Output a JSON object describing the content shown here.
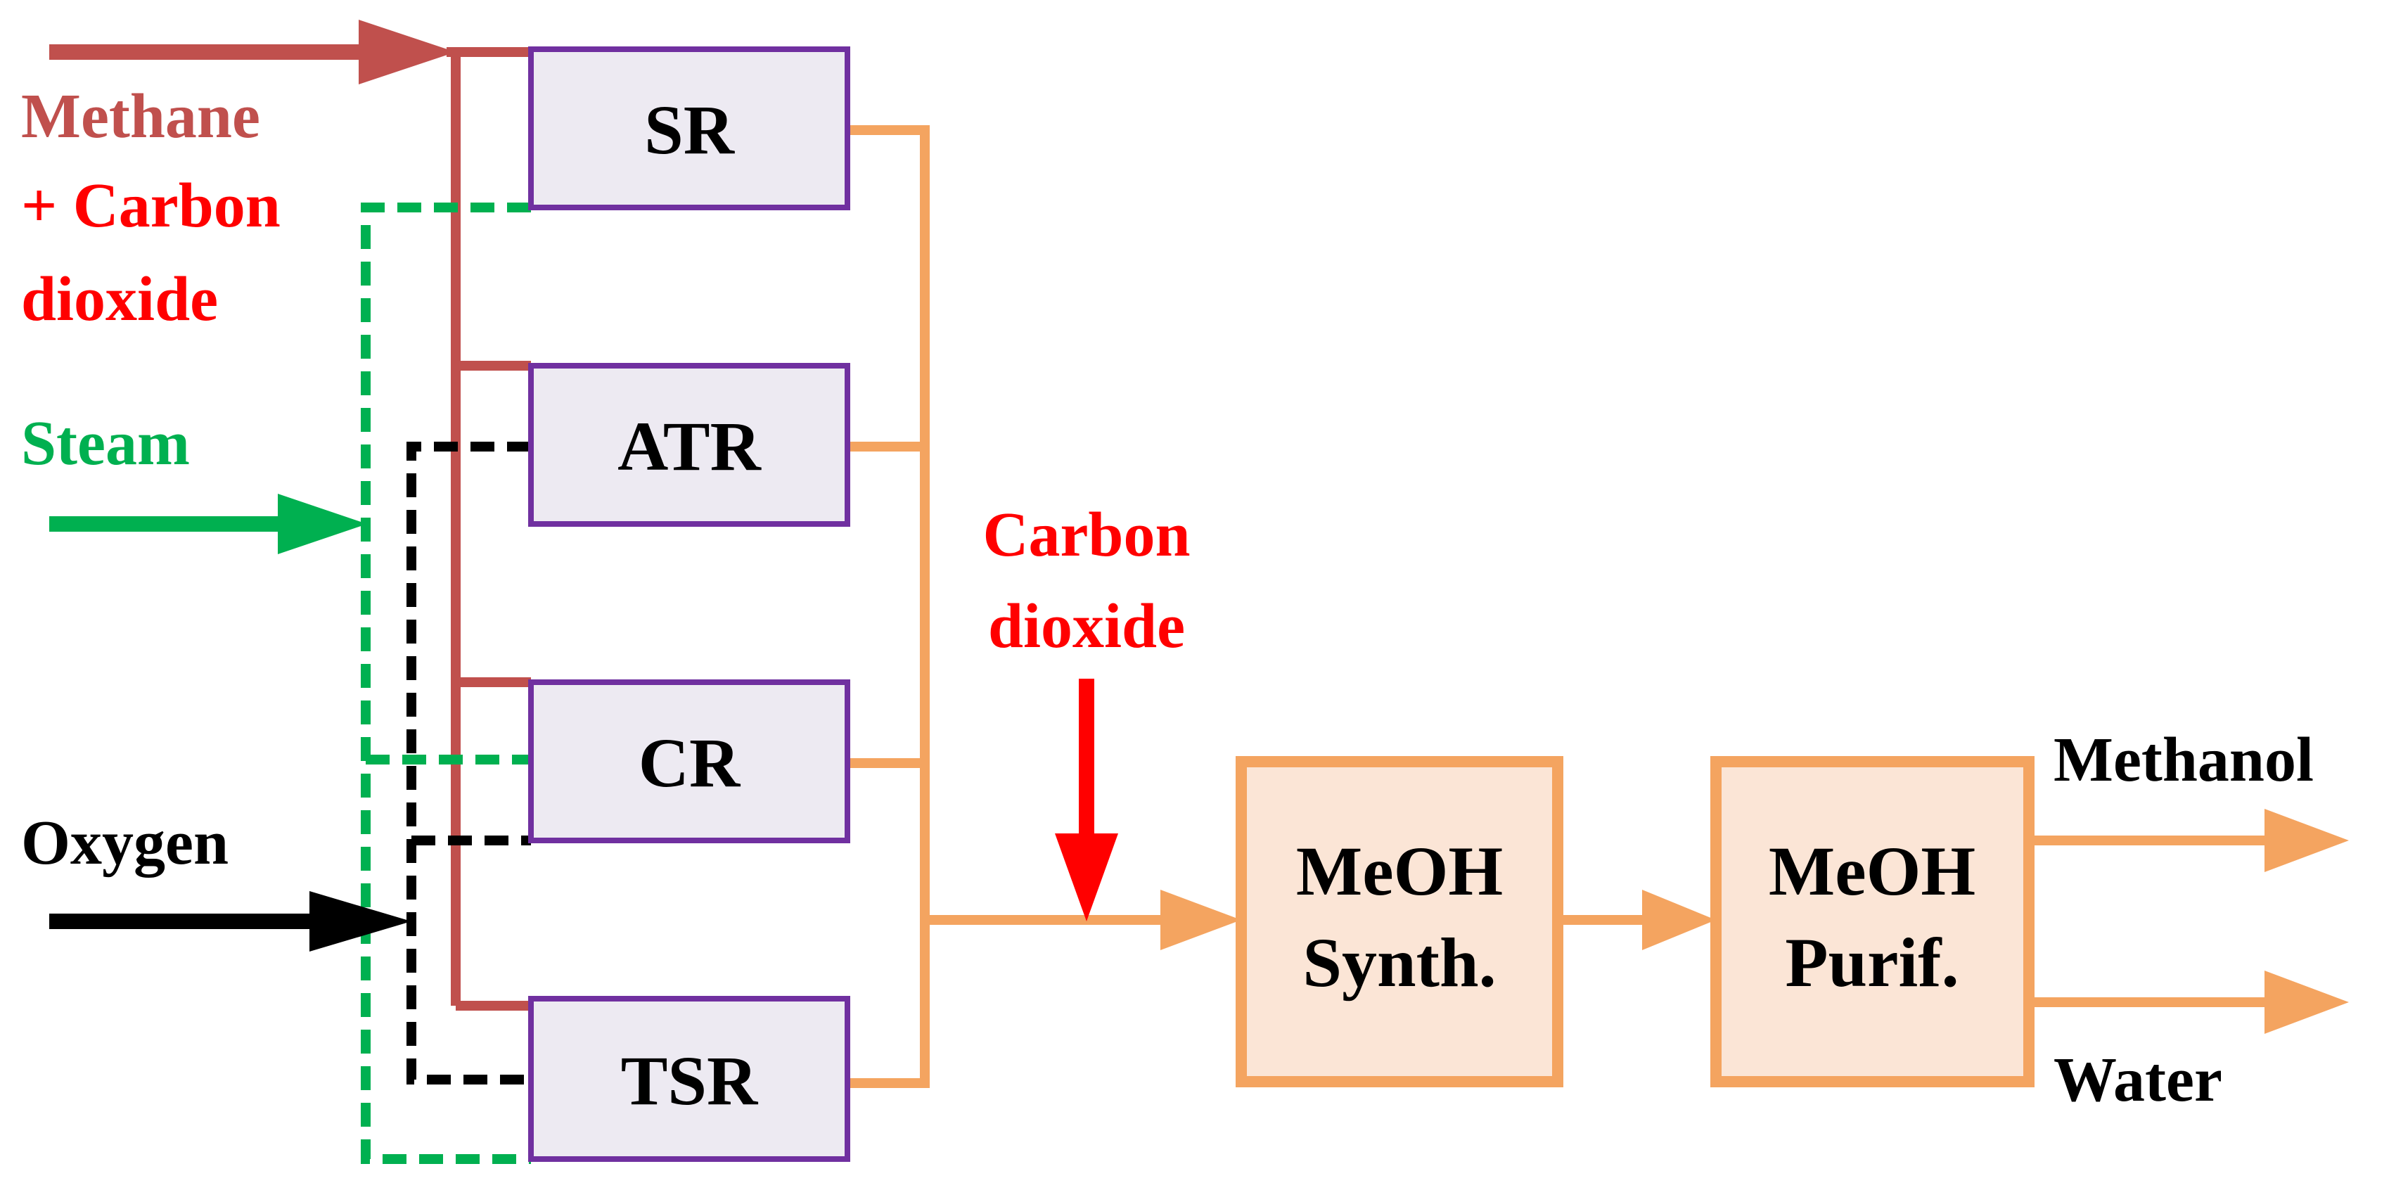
{
  "colors": {
    "methane": "#C0504D",
    "co2_text": "#FF0000",
    "steam": "#00B050",
    "oxygen": "#000000",
    "syngas": "#F4A460",
    "reformer_border": "#7030A0",
    "reformer_fill": "#EDEAF2",
    "meoh_fill": "#FBE5D6",
    "meoh_border": "#F4A460"
  },
  "inputs": {
    "methane_line1": "Methane",
    "methane_line2": "+ Carbon",
    "methane_line3": "dioxide",
    "steam": "Steam",
    "oxygen": "Oxygen",
    "co2_line1": "Carbon",
    "co2_line2": "dioxide"
  },
  "reformers": {
    "sr": "SR",
    "atr": "ATR",
    "cr": "CR",
    "tsr": "TSR"
  },
  "units": {
    "synth_line1": "MeOH",
    "synth_line2": "Synth.",
    "purif_line1": "MeOH",
    "purif_line2": "Purif."
  },
  "outputs": {
    "methanol": "Methanol",
    "water": "Water"
  }
}
